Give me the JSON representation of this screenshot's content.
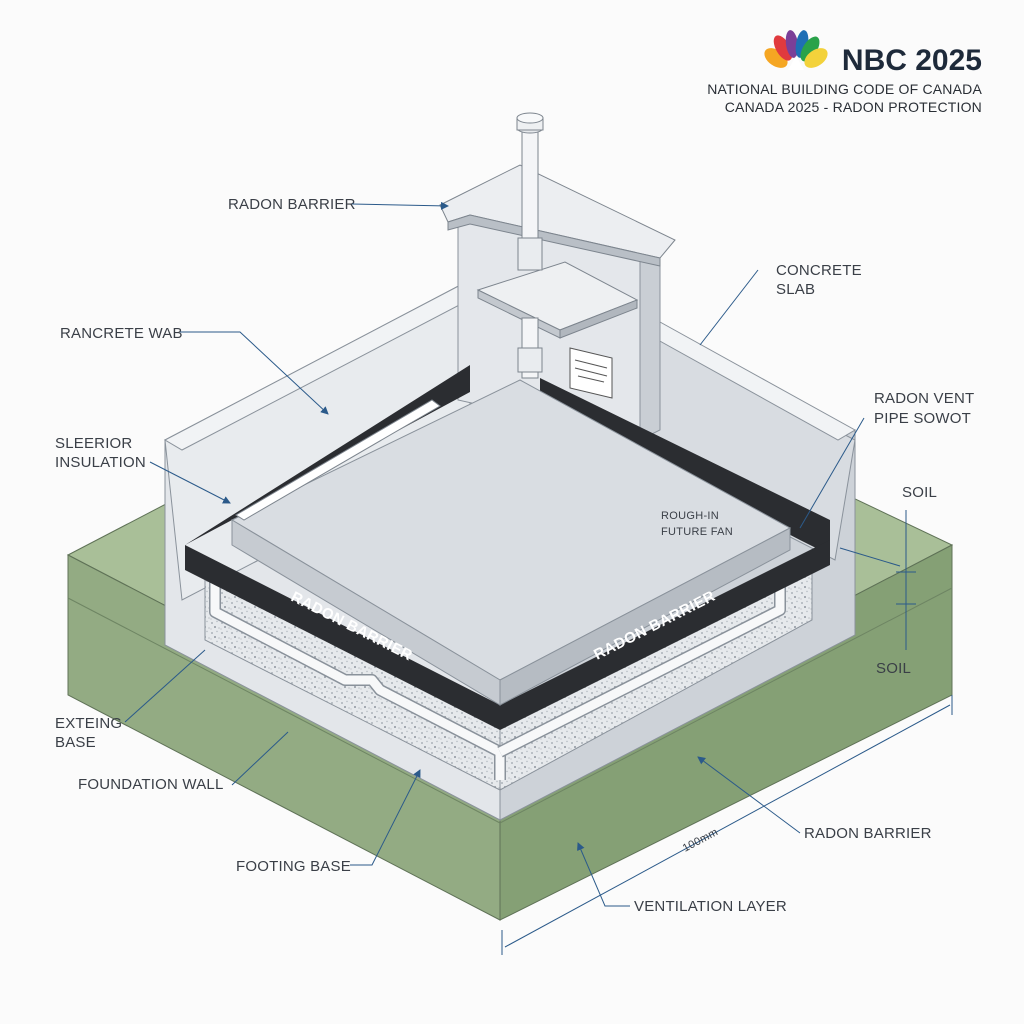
{
  "header": {
    "title": "NBC 2025",
    "subtitle_line1": "NATIONAL BUILDING CODE OF CANADA",
    "subtitle_line2": "CANADA 2025 - RADON PROTECTION"
  },
  "labels": {
    "radon_barrier_top": "RADON BARRIER",
    "concrete_slab_1": "CONCRETE",
    "concrete_slab_2": "SLAB",
    "rancrete_wab": "RANCRETE WAB",
    "sleerior_1": "SLEERIOR",
    "sleerior_2": "INSULATION",
    "radon_vent_1": "RADON VENT",
    "radon_vent_2": "PIPE SOWOT",
    "soil_upper": "SOIL",
    "soil_lower": "SOIL",
    "rough_in_1": "ROUGH-IN",
    "rough_in_2": "FUTURE FAN",
    "barrier_strip_left": "RADON BARRIER",
    "barrier_strip_right": "RADON BARRIER",
    "exteing_1": "EXTEING",
    "exteing_2": "BASE",
    "foundation_wall": "FOUNDATION WALL",
    "radon_barrier_bottom": "RADON BARRIER",
    "footing_base": "FOOTING BASE",
    "ventilation_layer": "VENTILATION LAYER",
    "dimension": "100mm"
  },
  "colors": {
    "soil": "#a9bf98",
    "concrete": "#d9dde2",
    "barrier": "#2b2d31",
    "gravel": "#e4e7ea",
    "leader": "#2b5a8a"
  }
}
